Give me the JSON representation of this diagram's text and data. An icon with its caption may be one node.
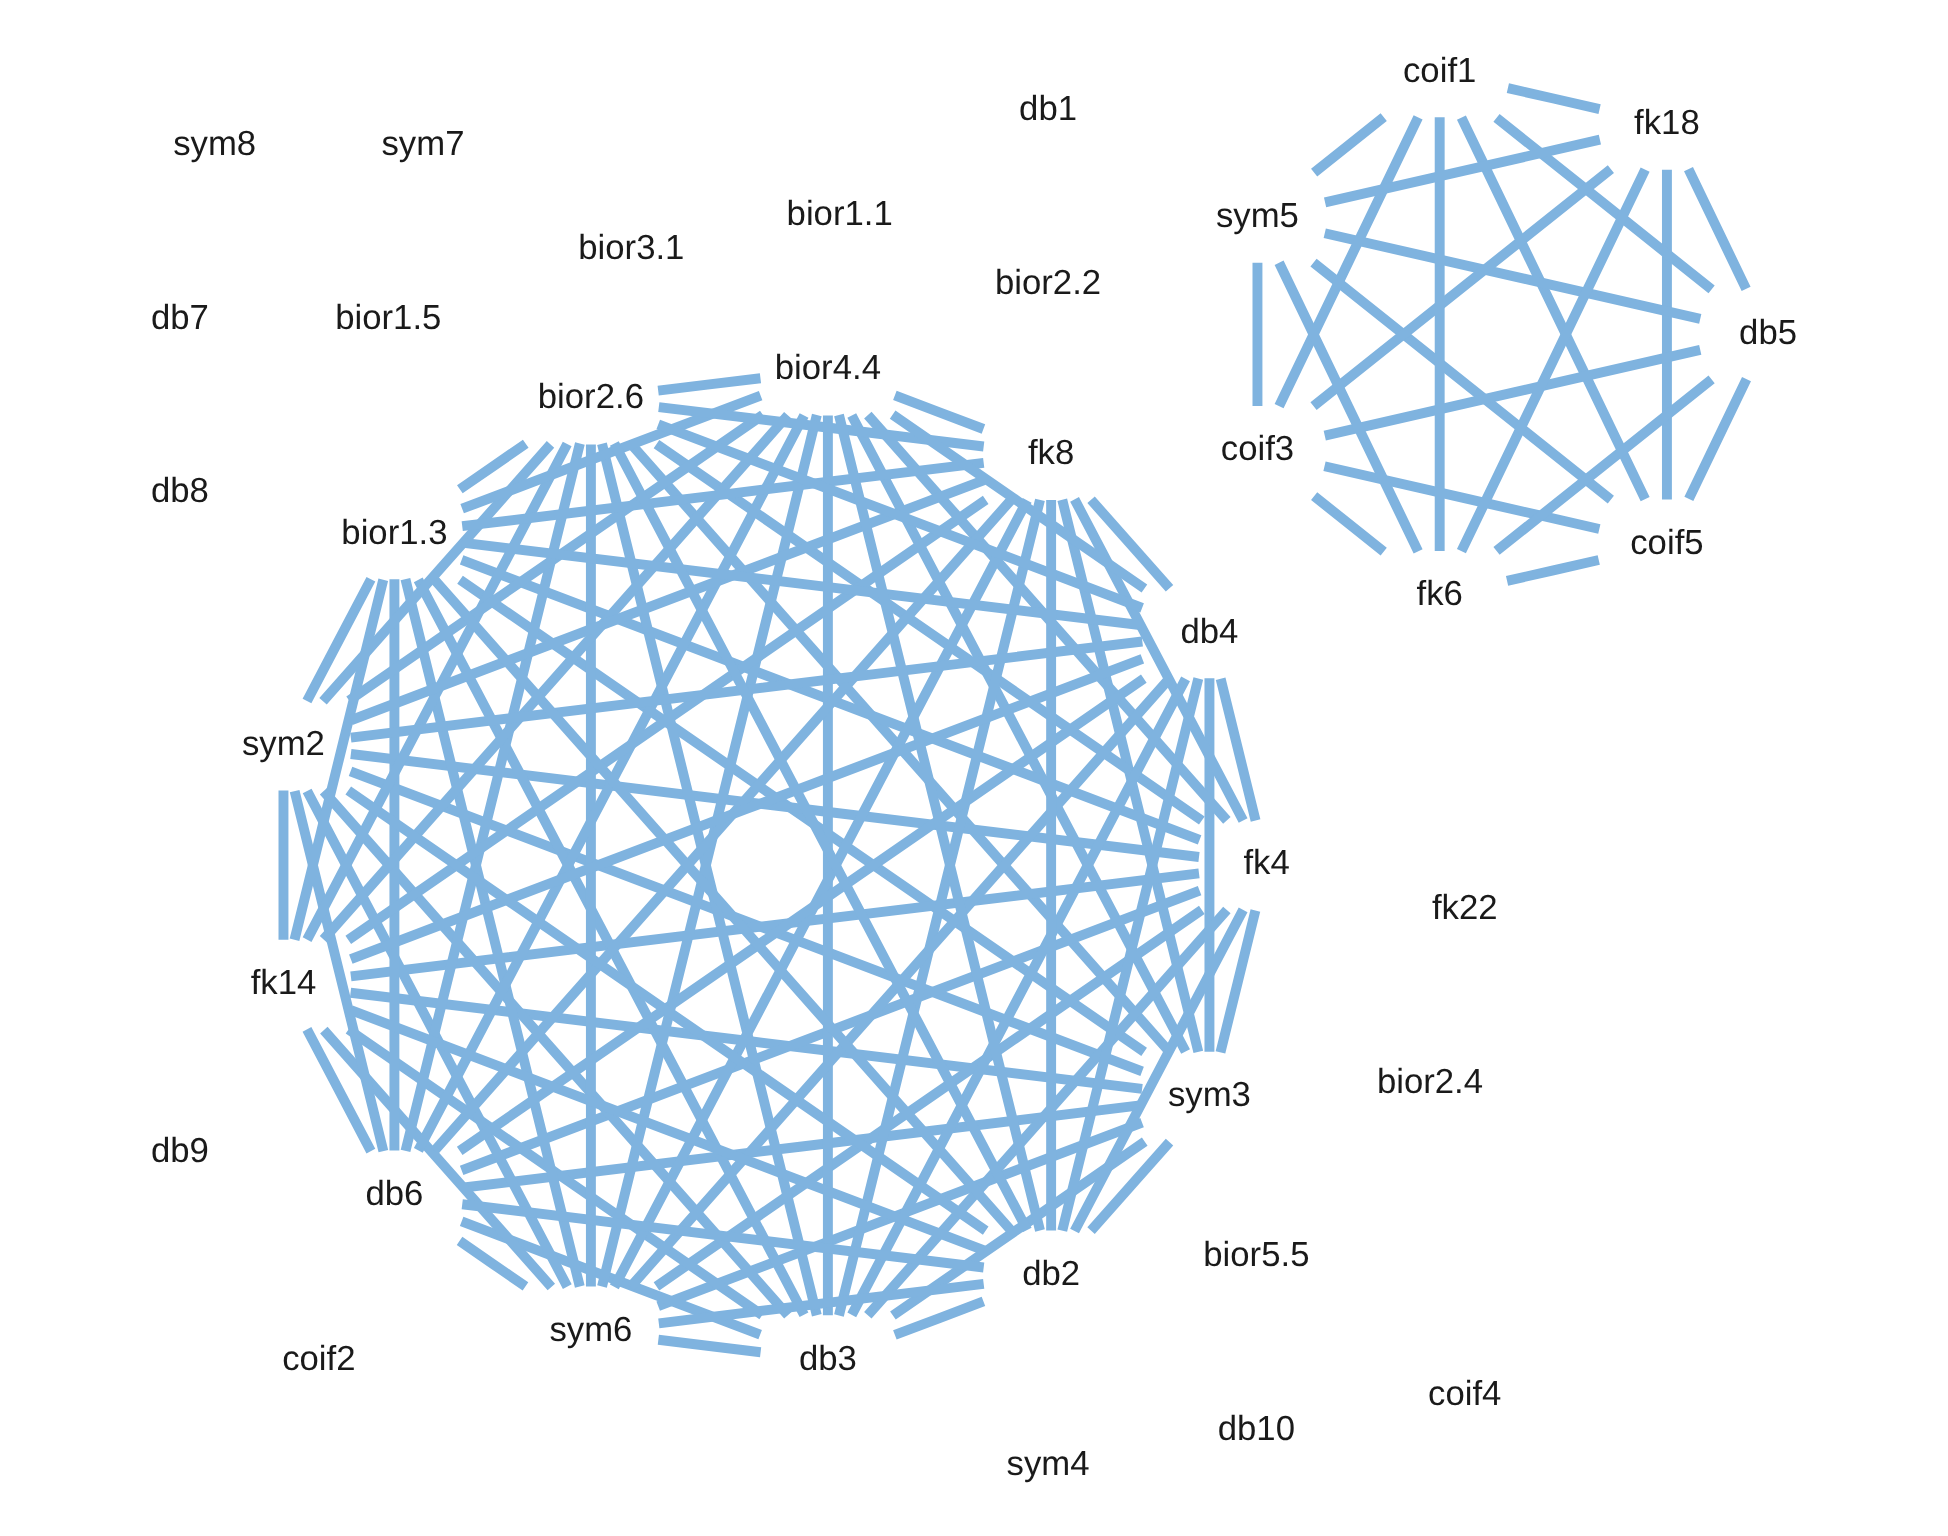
{
  "diagram": {
    "nodes": [
      {
        "text": [
          "coif5"
        ]
      },
      {
        "text": [
          "db5"
        ]
      },
      {
        "text": [
          "coif3"
        ]
      },
      {
        "text": [
          "sym5"
        ]
      },
      {
        "text": [
          "coif1"
        ]
      },
      {
        "text": [
          "fk18"
        ]
      },
      {
        "text": [
          "fk6"
        ]
      },
      {
        "text": [
          "bior5.5"
        ]
      },
      {
        "text": [
          "sym3"
        ]
      },
      {
        "text": [
          "bior1.5"
        ]
      },
      {
        "text": [
          "bior2.2"
        ]
      },
      {
        "text": [
          "bior2.4"
        ]
      },
      {
        "text": [
          "bior3.1"
        ]
      },
      {
        "text": [
          "fk4"
        ]
      },
      {
        "text": [
          "db3"
        ]
      },
      {
        "text": [
          "sym6"
        ]
      },
      {
        "text": [
          "db6"
        ]
      },
      {
        "text": [
          "fk14"
        ]
      },
      {
        "text": [
          "coif2"
        ]
      },
      {
        "text": [
          "coif4"
        ]
      },
      {
        "text": [
          "fk22"
        ]
      },
      {
        "text": [
          "bior1.1"
        ]
      },
      {
        "text": [
          "sym2"
        ]
      },
      {
        "text": [
          "bior1.3"
        ]
      },
      {
        "text": [
          "bior2.6"
        ]
      },
      {
        "text": [
          "db10"
        ]
      },
      {
        "text": [
          "sym4"
        ]
      },
      {
        "text": [
          "sym7"
        ]
      },
      {
        "text": [
          "sym8"
        ]
      },
      {
        "text": [
          "bior4.4"
        ]
      },
      {
        "text": [
          "fk8"
        ]
      },
      {
        "text": [
          "db4"
        ]
      },
      {
        "text": [
          "db2"
        ]
      },
      {
        "text": [
          "db1"
        ]
      },
      {
        "text": [
          "db7"
        ]
      },
      {
        "text": [
          "db8"
        ]
      },
      {
        "text": [
          "db9"
        ]
      }
    ],
    "edges": [
      {
        "from": 0,
        "to": 1,
        "arrow": "none"
      },
      {
        "from": 0,
        "to": 2,
        "arrow": "none"
      },
      {
        "from": 0,
        "to": 3,
        "arrow": "none"
      },
      {
        "from": 0,
        "to": 4,
        "arrow": "none"
      },
      {
        "from": 0,
        "to": 5,
        "arrow": "none"
      },
      {
        "from": 0,
        "to": 6,
        "arrow": "none"
      },
      {
        "from": 1,
        "to": 2,
        "arrow": "none"
      },
      {
        "from": 1,
        "to": 3,
        "arrow": "none"
      },
      {
        "from": 1,
        "to": 4,
        "arrow": "none"
      },
      {
        "from": 1,
        "to": 5,
        "arrow": "none"
      },
      {
        "from": 1,
        "to": 6,
        "arrow": "none"
      },
      {
        "from": 2,
        "to": 3,
        "arrow": "none"
      },
      {
        "from": 2,
        "to": 4,
        "arrow": "none"
      },
      {
        "from": 2,
        "to": 5,
        "arrow": "none"
      },
      {
        "from": 2,
        "to": 6,
        "arrow": "none"
      },
      {
        "from": 3,
        "to": 4,
        "arrow": "none"
      },
      {
        "from": 3,
        "to": 5,
        "arrow": "none"
      },
      {
        "from": 3,
        "to": 6,
        "arrow": "none"
      },
      {
        "from": 4,
        "to": 5,
        "arrow": "none"
      },
      {
        "from": 4,
        "to": 6,
        "arrow": "none"
      },
      {
        "from": 5,
        "to": 6,
        "arrow": "none"
      },
      {
        "from": 8,
        "to": 13,
        "arrow": "none"
      },
      {
        "from": 8,
        "to": 14,
        "arrow": "none"
      },
      {
        "from": 8,
        "to": 15,
        "arrow": "none"
      },
      {
        "from": 8,
        "to": 16,
        "arrow": "none"
      },
      {
        "from": 8,
        "to": 17,
        "arrow": "none"
      },
      {
        "from": 8,
        "to": 22,
        "arrow": "none"
      },
      {
        "from": 8,
        "to": 23,
        "arrow": "none"
      },
      {
        "from": 8,
        "to": 24,
        "arrow": "none"
      },
      {
        "from": 8,
        "to": 29,
        "arrow": "none"
      },
      {
        "from": 8,
        "to": 30,
        "arrow": "none"
      },
      {
        "from": 8,
        "to": 31,
        "arrow": "none"
      },
      {
        "from": 8,
        "to": 32,
        "arrow": "none"
      },
      {
        "from": 13,
        "to": 14,
        "arrow": "none"
      },
      {
        "from": 13,
        "to": 15,
        "arrow": "none"
      },
      {
        "from": 13,
        "to": 16,
        "arrow": "none"
      },
      {
        "from": 13,
        "to": 17,
        "arrow": "none"
      },
      {
        "from": 13,
        "to": 22,
        "arrow": "none"
      },
      {
        "from": 13,
        "to": 23,
        "arrow": "none"
      },
      {
        "from": 13,
        "to": 24,
        "arrow": "none"
      },
      {
        "from": 13,
        "to": 29,
        "arrow": "none"
      },
      {
        "from": 13,
        "to": 30,
        "arrow": "none"
      },
      {
        "from": 13,
        "to": 31,
        "arrow": "none"
      },
      {
        "from": 13,
        "to": 32,
        "arrow": "none"
      },
      {
        "from": 14,
        "to": 15,
        "arrow": "none"
      },
      {
        "from": 14,
        "to": 16,
        "arrow": "none"
      },
      {
        "from": 14,
        "to": 17,
        "arrow": "none"
      },
      {
        "from": 14,
        "to": 22,
        "arrow": "none"
      },
      {
        "from": 14,
        "to": 23,
        "arrow": "none"
      },
      {
        "from": 14,
        "to": 24,
        "arrow": "none"
      },
      {
        "from": 14,
        "to": 29,
        "arrow": "none"
      },
      {
        "from": 14,
        "to": 30,
        "arrow": "none"
      },
      {
        "from": 14,
        "to": 31,
        "arrow": "none"
      },
      {
        "from": 14,
        "to": 32,
        "arrow": "none"
      },
      {
        "from": 15,
        "to": 16,
        "arrow": "none"
      },
      {
        "from": 15,
        "to": 17,
        "arrow": "none"
      },
      {
        "from": 15,
        "to": 22,
        "arrow": "none"
      },
      {
        "from": 15,
        "to": 23,
        "arrow": "none"
      },
      {
        "from": 15,
        "to": 24,
        "arrow": "none"
      },
      {
        "from": 15,
        "to": 29,
        "arrow": "none"
      },
      {
        "from": 15,
        "to": 30,
        "arrow": "none"
      },
      {
        "from": 15,
        "to": 31,
        "arrow": "none"
      },
      {
        "from": 15,
        "to": 32,
        "arrow": "none"
      },
      {
        "from": 16,
        "to": 17,
        "arrow": "none"
      },
      {
        "from": 16,
        "to": 22,
        "arrow": "none"
      },
      {
        "from": 16,
        "to": 23,
        "arrow": "none"
      },
      {
        "from": 16,
        "to": 24,
        "arrow": "none"
      },
      {
        "from": 16,
        "to": 29,
        "arrow": "none"
      },
      {
        "from": 16,
        "to": 30,
        "arrow": "none"
      },
      {
        "from": 16,
        "to": 31,
        "arrow": "none"
      },
      {
        "from": 16,
        "to": 32,
        "arrow": "none"
      },
      {
        "from": 17,
        "to": 22,
        "arrow": "none"
      },
      {
        "from": 17,
        "to": 23,
        "arrow": "none"
      },
      {
        "from": 17,
        "to": 24,
        "arrow": "none"
      },
      {
        "from": 17,
        "to": 29,
        "arrow": "none"
      },
      {
        "from": 17,
        "to": 30,
        "arrow": "none"
      },
      {
        "from": 17,
        "to": 31,
        "arrow": "none"
      },
      {
        "from": 17,
        "to": 32,
        "arrow": "none"
      },
      {
        "from": 22,
        "to": 23,
        "arrow": "none"
      },
      {
        "from": 22,
        "to": 24,
        "arrow": "none"
      },
      {
        "from": 22,
        "to": 29,
        "arrow": "none"
      },
      {
        "from": 22,
        "to": 30,
        "arrow": "none"
      },
      {
        "from": 22,
        "to": 31,
        "arrow": "none"
      },
      {
        "from": 22,
        "to": 32,
        "arrow": "none"
      },
      {
        "from": 23,
        "to": 24,
        "arrow": "none"
      },
      {
        "from": 23,
        "to": 29,
        "arrow": "none"
      },
      {
        "from": 23,
        "to": 30,
        "arrow": "none"
      },
      {
        "from": 23,
        "to": 31,
        "arrow": "none"
      },
      {
        "from": 23,
        "to": 32,
        "arrow": "none"
      },
      {
        "from": 24,
        "to": 29,
        "arrow": "none"
      },
      {
        "from": 24,
        "to": 30,
        "arrow": "none"
      },
      {
        "from": 24,
        "to": 31,
        "arrow": "none"
      },
      {
        "from": 24,
        "to": 32,
        "arrow": "none"
      },
      {
        "from": 29,
        "to": 30,
        "arrow": "none"
      },
      {
        "from": 29,
        "to": 31,
        "arrow": "none"
      },
      {
        "from": 29,
        "to": 32,
        "arrow": "none"
      },
      {
        "from": 30,
        "to": 31,
        "arrow": "none"
      },
      {
        "from": 30,
        "to": 32,
        "arrow": "none"
      },
      {
        "from": 31,
        "to": 32,
        "arrow": "none"
      }
    ]
  }
}
